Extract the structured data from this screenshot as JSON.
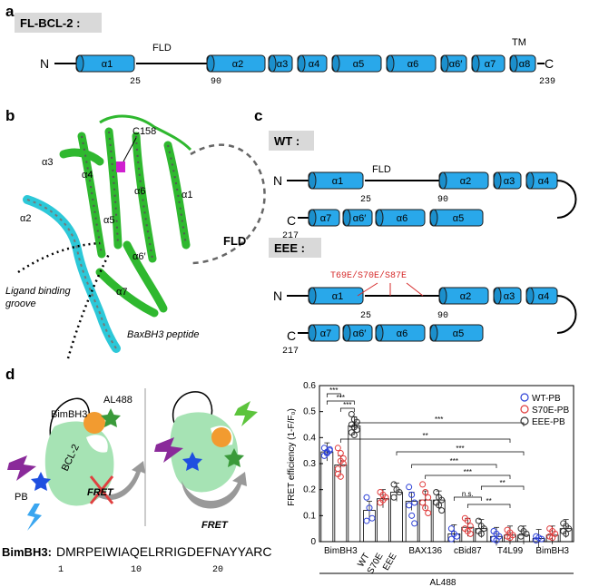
{
  "panel_labels": {
    "a": "a",
    "b": "b",
    "c": "c",
    "d": "d"
  },
  "panel_a": {
    "title": "FL-BCL-2 :",
    "n_label": "N",
    "c_label": "C",
    "fld_label": "FLD",
    "tm_label": "TM",
    "helices": [
      "α1",
      "α2",
      "α3",
      "α4",
      "α5",
      "α6",
      "α6′",
      "α7",
      "α8"
    ],
    "residue_numbers": [
      "25",
      "90",
      "239"
    ]
  },
  "panel_b": {
    "c158": "C158",
    "fld": "FLD",
    "helix_labels": [
      "α3",
      "α4",
      "α2",
      "α5",
      "α6",
      "α1",
      "α6′",
      "α7"
    ],
    "ligand_groove": "Ligand binding groove",
    "ligand_groove_line1": "Ligand binding",
    "ligand_groove_line2": "groove",
    "baxbh3": "BaxBH3 peptide"
  },
  "panel_c": {
    "wt_title": "WT :",
    "eee_title": "EEE :",
    "n_label": "N",
    "c_label": "C",
    "fld_label": "FLD",
    "top_helices": [
      "α1",
      "α2",
      "α3",
      "α4"
    ],
    "bottom_helices": [
      "α7",
      "α6′",
      "α6",
      "α5"
    ],
    "num_25": "25",
    "num_90": "90",
    "num_217": "217",
    "mutation_label": "T69E/S70E/S87E"
  },
  "panel_d_schematic": {
    "bimbh3": "BimBH3",
    "al488": "AL488",
    "bcl2": "BCL-2",
    "pb": "PB",
    "fret_crossed": "FRET",
    "fret": "FRET",
    "sequence_label": "BimBH3:",
    "sequence": "DMRPEIWIAQELRRIGDEFNAYYARC",
    "seq_positions": [
      "1",
      "10",
      "20"
    ]
  },
  "colors": {
    "helix_fill": "#29a8ea",
    "helix_stroke": "#1a1a1a",
    "helix_cap": "#1b8fcc",
    "grey_box": "#d9d9d9",
    "wt": "#2b3fd6",
    "s70e": "#e03a3a",
    "eee": "#333333",
    "bcl2_green": "#a6e3b4",
    "ligand_orange": "#f29b30",
    "star_green": "#3a9a3a",
    "star_blue": "#1f4fe0",
    "bolt_purple": "#8a2a9a",
    "bolt_green": "#5cc43c",
    "bolt_blue": "#3aa6f0",
    "cross_red": "#e04040",
    "mutation_red": "#d62b2b"
  },
  "chart_data": {
    "type": "bar",
    "ylabel": "FRET efficiency (1-F/F₀)",
    "ylim": [
      0,
      0.6
    ],
    "yticks": [
      "0",
      "0.1",
      "0.2",
      "0.3",
      "0.4",
      "0.5",
      "0.6"
    ],
    "ytick_values": [
      0,
      0.1,
      0.2,
      0.3,
      0.4,
      0.5,
      0.6
    ],
    "groups": [
      "BimBH3",
      "WT S70E EEE",
      "BAX136",
      "cBid87",
      "T4L99",
      "BimBH3"
    ],
    "group_labels": [
      "BimBH3",
      "WT",
      "S70E",
      "EEE",
      "BAX136",
      "cBid87",
      "T4L99",
      "BimBH3"
    ],
    "xlabel_group": "AL488",
    "legend": [
      "WT-PB",
      "S70E-PB",
      "EEE-PB"
    ],
    "legend_position": "top-right",
    "series": [
      {
        "name": "WT-PB",
        "values": [
          0.345,
          0.12,
          0.155,
          0.03,
          0.02,
          0.012
        ]
      },
      {
        "name": "S70E-PB",
        "values": [
          0.295,
          0.165,
          0.16,
          0.055,
          0.025,
          0.025
        ]
      },
      {
        "name": "EEE-PB",
        "values": [
          0.445,
          0.19,
          0.16,
          0.05,
          0.025,
          0.05
        ]
      }
    ],
    "points": [
      {
        "group": 0,
        "series": 0,
        "y": [
          0.36,
          0.34,
          0.35,
          0.33,
          0.345,
          0.355
        ]
      },
      {
        "group": 0,
        "series": 1,
        "y": [
          0.36,
          0.34,
          0.32,
          0.28,
          0.25,
          0.3,
          0.26,
          0.31
        ]
      },
      {
        "group": 0,
        "series": 2,
        "y": [
          0.49,
          0.47,
          0.46,
          0.45,
          0.44,
          0.43,
          0.42,
          0.41
        ]
      },
      {
        "group": 1,
        "series": 0,
        "y": [
          0.17,
          0.13,
          0.09,
          0.08
        ]
      },
      {
        "group": 1,
        "series": 1,
        "y": [
          0.19,
          0.18,
          0.17,
          0.15,
          0.16
        ]
      },
      {
        "group": 1,
        "series": 2,
        "y": [
          0.22,
          0.2,
          0.19,
          0.17
        ]
      },
      {
        "group": 2,
        "series": 0,
        "y": [
          0.21,
          0.18,
          0.15,
          0.14,
          0.1,
          0.07
        ]
      },
      {
        "group": 2,
        "series": 1,
        "y": [
          0.22,
          0.19,
          0.17,
          0.15,
          0.13,
          0.11
        ]
      },
      {
        "group": 2,
        "series": 2,
        "y": [
          0.19,
          0.17,
          0.16,
          0.15,
          0.14,
          0.12
        ]
      },
      {
        "group": 3,
        "series": 0,
        "y": [
          0.05,
          0.03,
          0.02,
          0.01
        ]
      },
      {
        "group": 3,
        "series": 1,
        "y": [
          0.09,
          0.08,
          0.06,
          0.05,
          0.04,
          0.03
        ]
      },
      {
        "group": 3,
        "series": 2,
        "y": [
          0.08,
          0.06,
          0.05,
          0.04,
          0.03
        ]
      },
      {
        "group": 4,
        "series": 0,
        "y": [
          0.04,
          0.03,
          0.02,
          0.01,
          0.005
        ]
      },
      {
        "group": 4,
        "series": 1,
        "y": [
          0.045,
          0.035,
          0.025,
          0.02,
          0.015
        ]
      },
      {
        "group": 4,
        "series": 2,
        "y": [
          0.05,
          0.04,
          0.03,
          0.02
        ]
      },
      {
        "group": 5,
        "series": 0,
        "y": [
          0.02,
          0.015,
          0.01,
          0.005
        ]
      },
      {
        "group": 5,
        "series": 1,
        "y": [
          0.05,
          0.04,
          0.03,
          0.02,
          0.015
        ]
      },
      {
        "group": 5,
        "series": 2,
        "y": [
          0.07,
          0.06,
          0.05,
          0.04,
          0.03
        ]
      }
    ],
    "significance": [
      "***",
      "***",
      "***",
      "***",
      "**",
      "***",
      "***",
      "***",
      "**",
      "n.s.",
      "**"
    ]
  }
}
